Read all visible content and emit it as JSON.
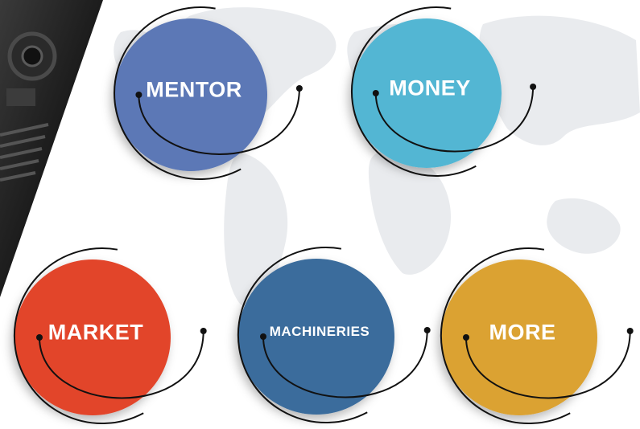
{
  "circles": [
    {
      "label": "MENTOR",
      "color": "#5b78b6"
    },
    {
      "label": "MONEY",
      "color": "#52b6d3"
    },
    {
      "label": "MARKET",
      "color": "#e2452b"
    },
    {
      "label": "MACHINERIES",
      "color": "#3a6c9c"
    },
    {
      "label": "MORE",
      "color": "#dba233"
    }
  ],
  "colors": {
    "background": "#ffffff",
    "world_map": "#e9ebee",
    "ring_stroke": "#111111",
    "label_text": "#ffffff"
  },
  "decor": {
    "top_left_photo": "machinery-photo",
    "background_art": "world-map"
  }
}
